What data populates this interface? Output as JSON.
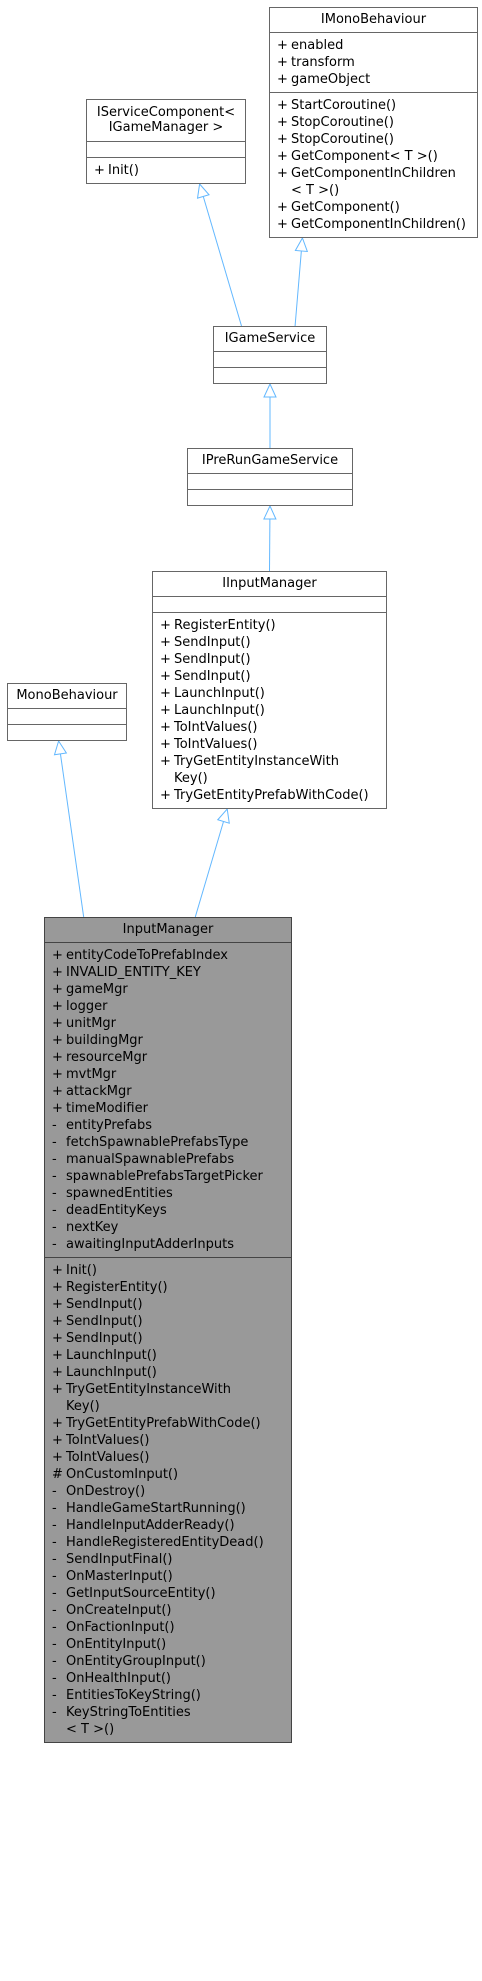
{
  "diagram": {
    "classes": {
      "imonobehaviour": {
        "title": "IMonoBehaviour",
        "attributes": [
          {
            "v": "+",
            "n": "enabled"
          },
          {
            "v": "+",
            "n": "transform"
          },
          {
            "v": "+",
            "n": "gameObject"
          }
        ],
        "methods": [
          {
            "v": "+",
            "n": "StartCoroutine()"
          },
          {
            "v": "+",
            "n": "StopCoroutine()"
          },
          {
            "v": "+",
            "n": "StopCoroutine()"
          },
          {
            "v": "+",
            "n": "GetComponent< T >()"
          },
          {
            "v": "+",
            "n": "GetComponentInChildren",
            "n2": "< T >()"
          },
          {
            "v": "+",
            "n": "GetComponent()"
          },
          {
            "v": "+",
            "n": "GetComponentInChildren()"
          }
        ]
      },
      "iservicecomponent": {
        "title": "IServiceComponent<",
        "title2": "IGameManager >",
        "methods": [
          {
            "v": "+",
            "n": "Init()"
          }
        ]
      },
      "igameservice": {
        "title": "IGameService"
      },
      "iprerungameservice": {
        "title": "IPreRunGameService"
      },
      "iinputmanager": {
        "title": "IInputManager",
        "methods": [
          {
            "v": "+",
            "n": "RegisterEntity()"
          },
          {
            "v": "+",
            "n": "SendInput()"
          },
          {
            "v": "+",
            "n": "SendInput()"
          },
          {
            "v": "+",
            "n": "SendInput()"
          },
          {
            "v": "+",
            "n": "LaunchInput()"
          },
          {
            "v": "+",
            "n": "LaunchInput()"
          },
          {
            "v": "+",
            "n": "ToIntValues()"
          },
          {
            "v": "+",
            "n": "ToIntValues()"
          },
          {
            "v": "+",
            "n": "TryGetEntityInstanceWith",
            "n2": "Key()"
          },
          {
            "v": "+",
            "n": "TryGetEntityPrefabWithCode()"
          }
        ]
      },
      "monobehaviour": {
        "title": "MonoBehaviour"
      },
      "inputmanager": {
        "title": "InputManager",
        "attributes": [
          {
            "v": "+",
            "n": "entityCodeToPrefabIndex"
          },
          {
            "v": "+",
            "n": "INVALID_ENTITY_KEY"
          },
          {
            "v": "+",
            "n": "gameMgr"
          },
          {
            "v": "+",
            "n": "logger"
          },
          {
            "v": "+",
            "n": "unitMgr"
          },
          {
            "v": "+",
            "n": "buildingMgr"
          },
          {
            "v": "+",
            "n": "resourceMgr"
          },
          {
            "v": "+",
            "n": "mvtMgr"
          },
          {
            "v": "+",
            "n": "attackMgr"
          },
          {
            "v": "+",
            "n": "timeModifier"
          },
          {
            "v": "-",
            "n": "entityPrefabs"
          },
          {
            "v": "-",
            "n": "fetchSpawnablePrefabsType"
          },
          {
            "v": "-",
            "n": "manualSpawnablePrefabs"
          },
          {
            "v": "-",
            "n": "spawnablePrefabsTargetPicker"
          },
          {
            "v": "-",
            "n": "spawnedEntities"
          },
          {
            "v": "-",
            "n": "deadEntityKeys"
          },
          {
            "v": "-",
            "n": "nextKey"
          },
          {
            "v": "-",
            "n": "awaitingInputAdderInputs"
          }
        ],
        "methods": [
          {
            "v": "+",
            "n": "Init()"
          },
          {
            "v": "+",
            "n": "RegisterEntity()"
          },
          {
            "v": "+",
            "n": "SendInput()"
          },
          {
            "v": "+",
            "n": "SendInput()"
          },
          {
            "v": "+",
            "n": "SendInput()"
          },
          {
            "v": "+",
            "n": "LaunchInput()"
          },
          {
            "v": "+",
            "n": "LaunchInput()"
          },
          {
            "v": "+",
            "n": "TryGetEntityInstanceWith",
            "n2": "Key()"
          },
          {
            "v": "+",
            "n": "TryGetEntityPrefabWithCode()"
          },
          {
            "v": "+",
            "n": "ToIntValues()"
          },
          {
            "v": "+",
            "n": "ToIntValues()"
          },
          {
            "v": "#",
            "n": "OnCustomInput()"
          },
          {
            "v": "-",
            "n": "OnDestroy()"
          },
          {
            "v": "-",
            "n": "HandleGameStartRunning()"
          },
          {
            "v": "-",
            "n": "HandleInputAdderReady()"
          },
          {
            "v": "-",
            "n": "HandleRegisteredEntityDead()"
          },
          {
            "v": "-",
            "n": "SendInputFinal()"
          },
          {
            "v": "-",
            "n": "OnMasterInput()"
          },
          {
            "v": "-",
            "n": "GetInputSourceEntity()"
          },
          {
            "v": "-",
            "n": "OnCreateInput()"
          },
          {
            "v": "-",
            "n": "OnFactionInput()"
          },
          {
            "v": "-",
            "n": "OnEntityInput()"
          },
          {
            "v": "-",
            "n": "OnEntityGroupInput()"
          },
          {
            "v": "-",
            "n": "OnHealthInput()"
          },
          {
            "v": "-",
            "n": "EntitiesToKeyString()"
          },
          {
            "v": "-",
            "n": "KeyStringToEntities",
            "n2": "< T >()"
          }
        ]
      }
    },
    "inheritance": [
      {
        "from": "igameservice",
        "to": "iservicecomponent"
      },
      {
        "from": "igameservice",
        "to": "imonobehaviour"
      },
      {
        "from": "iprerungameservice",
        "to": "igameservice"
      },
      {
        "from": "iinputmanager",
        "to": "iprerungameservice"
      },
      {
        "from": "inputmanager",
        "to": "monobehaviour"
      },
      {
        "from": "inputmanager",
        "to": "iinputmanager"
      }
    ],
    "colors": {
      "edge": "#63b8ff",
      "box_border": "#666666",
      "main_fill": "#999999",
      "main_border": "#444444"
    }
  }
}
